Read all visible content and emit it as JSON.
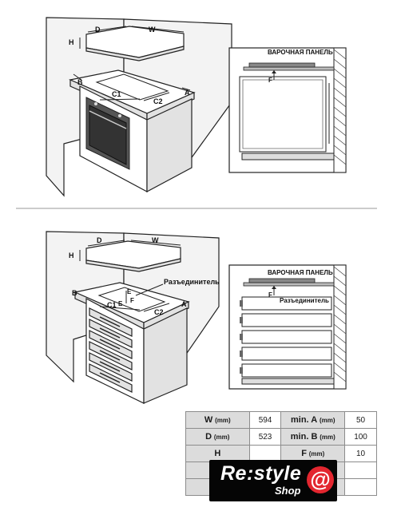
{
  "labels": {
    "D": "D",
    "W": "W",
    "H": "H",
    "B": "B",
    "A": "A",
    "C1": "C1",
    "C2": "C2",
    "F": "F",
    "E": "E"
  },
  "panel_label": "ВАРОЧНАЯ ПАНЕЛЬ",
  "disconnector_label": "Разъединитель",
  "specs": [
    {
      "left_key": "W",
      "left_unit": "(mm)",
      "left_value": "594",
      "right_key": "min. A",
      "right_unit": "(mm)",
      "right_value": "50"
    },
    {
      "left_key": "D",
      "left_unit": "(mm)",
      "left_value": "523",
      "right_key": "min. B",
      "right_unit": "(mm)",
      "right_value": "100"
    },
    {
      "left_key": "H",
      "left_unit": "",
      "left_value": "",
      "right_key": "F",
      "right_unit": "(mm)",
      "right_value": "10"
    },
    {
      "left_key": "",
      "left_unit": "",
      "left_value": "",
      "right_key": "",
      "right_unit": "",
      "right_value": ""
    },
    {
      "left_key": "",
      "left_unit": "",
      "left_value": "",
      "right_key": "",
      "right_unit": "",
      "right_value": ""
    }
  ],
  "logo": {
    "main": "Re:style",
    "sub": "Shop",
    "at": "@"
  },
  "colors": {
    "logo_bg": "#050505",
    "logo_accent": "#e3262f",
    "table_header": "#dcdcdc"
  }
}
